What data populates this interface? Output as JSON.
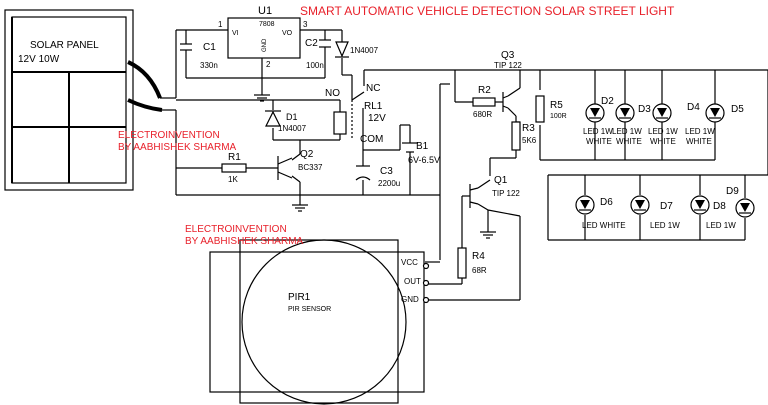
{
  "title": "SMART AUTOMATIC VEHICLE DETECTION SOLAR STREET LIGHT",
  "watermark": "ELECTROINVENTION",
  "watermark_by": "BY AABHISHEK SHARMA",
  "colors": {
    "title": "#e8202a",
    "line": "#000000"
  },
  "solar_panel": {
    "name": "SOLAR PANEL",
    "rating": "12V 10W"
  },
  "u1": {
    "ref": "U1",
    "part": "7808",
    "pin_vi": "VI",
    "pin_vo": "VO",
    "pin_gnd": "GND",
    "pin1": "1",
    "pin2": "2",
    "pin3": "3"
  },
  "c1": {
    "ref": "C1",
    "value": "330n"
  },
  "c2": {
    "ref": "C2",
    "value": "100n"
  },
  "c3": {
    "ref": "C3",
    "value": "2200u"
  },
  "d_top": {
    "part": "1N4007"
  },
  "d1": {
    "ref": "D1",
    "part": "1N4007"
  },
  "r1": {
    "ref": "R1",
    "value": "1K"
  },
  "q2": {
    "ref": "Q2",
    "part": "BC337"
  },
  "rl1": {
    "ref": "RL1",
    "voltage": "12V",
    "nc": "NC",
    "no": "NO",
    "com": "COM"
  },
  "b1": {
    "ref": "B1",
    "value": "6V-6.5V"
  },
  "q3": {
    "ref": "Q3",
    "part": "TIP 122"
  },
  "r2": {
    "ref": "R2",
    "value": "680R"
  },
  "r3": {
    "ref": "R3",
    "value": "5K6"
  },
  "r5": {
    "ref": "R5",
    "value": "100R"
  },
  "q1": {
    "ref": "Q1",
    "part": "TIP 122"
  },
  "r4": {
    "ref": "R4",
    "value": "68R"
  },
  "pir": {
    "ref": "PIR1",
    "part": "PIR SENSOR",
    "vcc": "VCC",
    "out": "OUT",
    "gnd": "GND"
  },
  "led_label_a": "LED 1W",
  "led_label_b": "WHITE",
  "led_label_row2": "LED WHITE",
  "leds_row1": [
    "D2",
    "D3",
    "D4",
    "D5"
  ],
  "leds_row2": [
    "D6",
    "D7",
    "D8",
    "D9"
  ],
  "led_side": "LED 1W"
}
